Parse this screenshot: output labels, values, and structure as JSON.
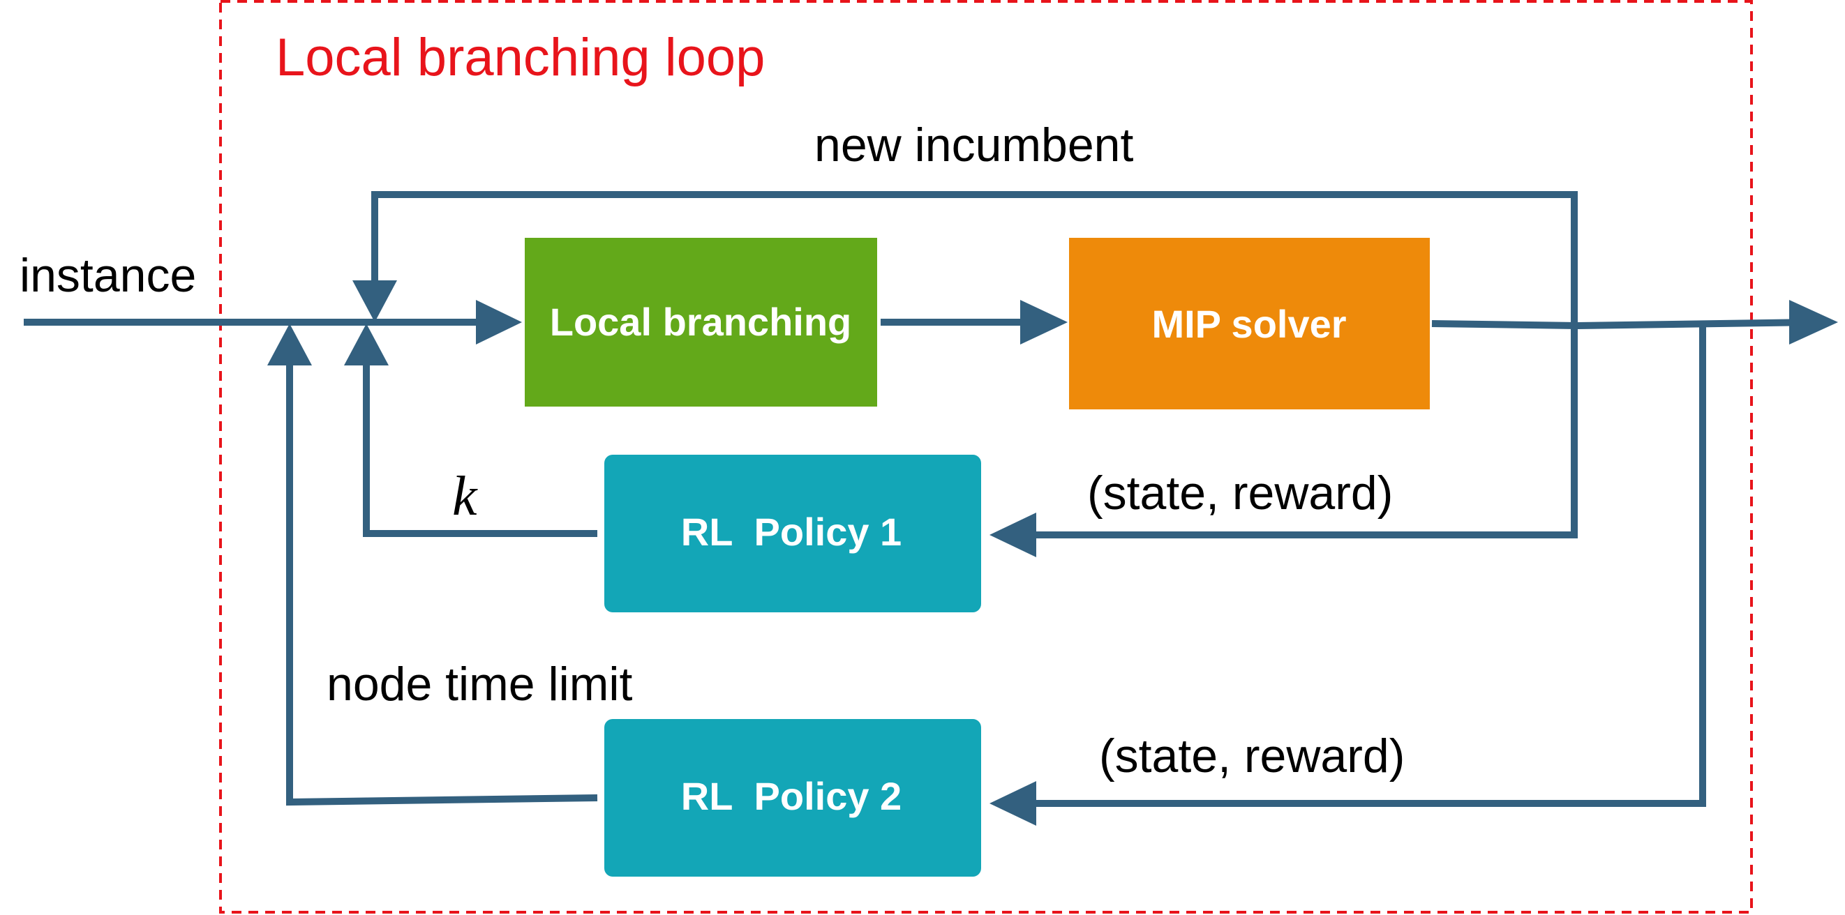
{
  "loop": {
    "title": "Local branching loop",
    "border_color": "#e8141b"
  },
  "nodes": {
    "local_branching": {
      "label": "Local branching",
      "color": "#63a91a"
    },
    "mip_solver": {
      "label": "MIP solver",
      "color": "#ee8a0a"
    },
    "rl_policy_1": {
      "label": "RL  Policy 1",
      "color": "#13a6b7"
    },
    "rl_policy_2": {
      "label": "RL  Policy 2",
      "color": "#13a6b7"
    }
  },
  "edges": {
    "instance": "instance",
    "new_incumbent": "new incumbent",
    "k": "k",
    "state_reward_1": "(state, reward)",
    "node_time_limit": "node time limit",
    "state_reward_2": "(state, reward)"
  },
  "edge_color": "#33607f"
}
